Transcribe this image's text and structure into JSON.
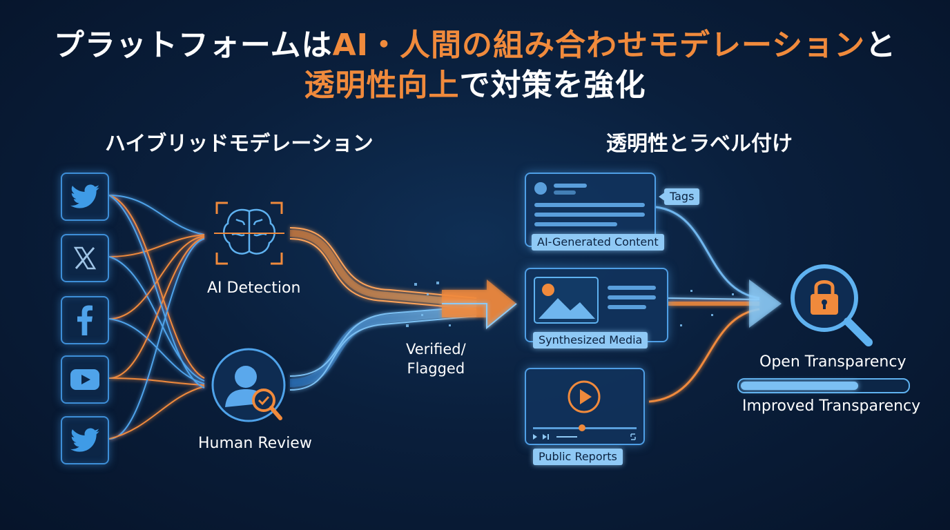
{
  "title": {
    "line1_a": "プラットフォームは",
    "line1_b": "AI・人間の組み合わせモデレーション",
    "line1_c": "と",
    "line2_a": "透明性向上",
    "line2_b": "で対策を強化"
  },
  "left_section": {
    "heading": "ハイブリッドモデレーション",
    "platforms": [
      "twitter-bird-icon",
      "x-logo-icon",
      "facebook-icon",
      "youtube-icon",
      "twitter-bird-icon"
    ],
    "ai_node_label": "AI Detection",
    "human_node_label": "Human Review",
    "flow_result_line1": "Verified/",
    "flow_result_line2": "Flagged"
  },
  "right_section": {
    "heading": "透明性とラベル付け",
    "tag_label": "Tags",
    "cards": [
      {
        "label": "AI-Generated Content"
      },
      {
        "label": "Synthesized Media"
      },
      {
        "label": "Public Reports"
      }
    ],
    "transparency_label": "Open Transparency",
    "transparency_progress": 0.72,
    "improved_label": "Improved Transparency"
  },
  "colors": {
    "accent_orange": "#f08a3c",
    "accent_blue": "#4f9fe6",
    "background": "#0a1f3c"
  }
}
